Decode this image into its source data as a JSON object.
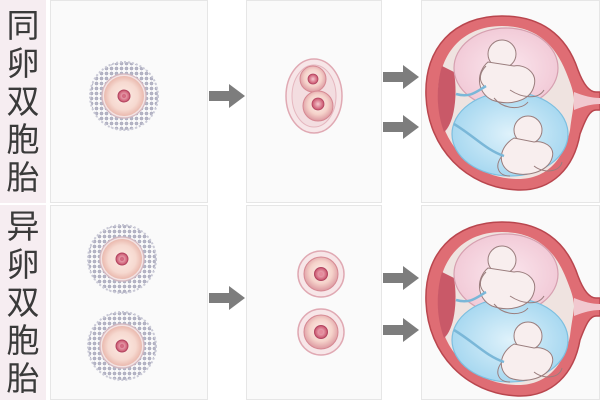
{
  "rows": [
    {
      "label_chars": [
        "同",
        "卵",
        "双",
        "胞",
        "胎"
      ]
    },
    {
      "label_chars": [
        "异",
        "卵",
        "双",
        "胞",
        "胎"
      ]
    }
  ],
  "colors": {
    "label_band": "#f6edf1",
    "panel": "#fafafa",
    "panel_border": "#e6e6e6",
    "arrow": "#7d7d7d",
    "egg_corona": "#b6b6c6",
    "egg_body": "#f6d9d0",
    "egg_nucleus": "#c8506a",
    "uterus_wall": "#df6d74",
    "placenta": "#c95968",
    "amniotic_fluid": "#bfe3f5",
    "fetus_skin": "#f8eeee"
  },
  "icons": [
    "right-arrow-icon",
    "egg-cell-icon",
    "two-cell-embryo-icon",
    "zygote-icon",
    "uterus-twins-icon"
  ]
}
